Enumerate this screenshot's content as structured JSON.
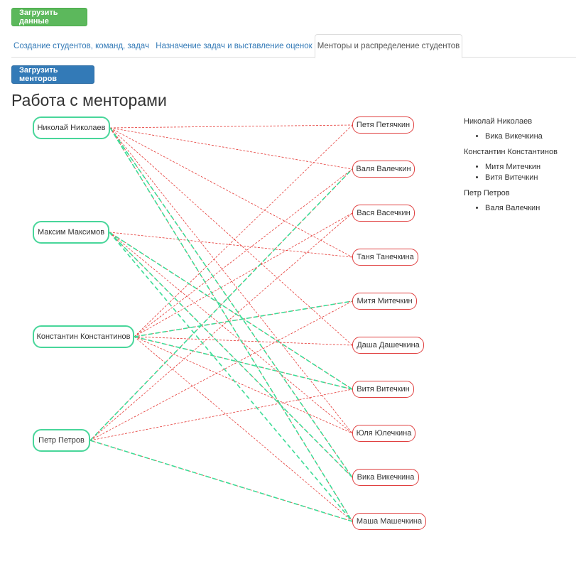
{
  "toolbar": {
    "load_data_label": "Загрузить данные"
  },
  "tabs": [
    {
      "label": "Создание студентов, команд, задач"
    },
    {
      "label": "Назначение задач и выставление оценок"
    },
    {
      "label": "Менторы и распределение студентов"
    }
  ],
  "active_tab_index": 2,
  "mentors_panel": {
    "load_mentors_label": "Загрузить менторов",
    "title": "Работа с менторами"
  },
  "mentors": [
    {
      "name": "Николай Николаев"
    },
    {
      "name": "Максим Максимов"
    },
    {
      "name": "Константин Константинов"
    },
    {
      "name": "Петр Петров"
    }
  ],
  "students": [
    {
      "name": "Петя Петячкин"
    },
    {
      "name": "Валя Валечкин"
    },
    {
      "name": "Вася Васечкин"
    },
    {
      "name": "Таня Танечкина"
    },
    {
      "name": "Митя Митечкин"
    },
    {
      "name": "Даша Дашечкина"
    },
    {
      "name": "Витя Витечкин"
    },
    {
      "name": "Юля Юлечкина"
    },
    {
      "name": "Вика Викечкина"
    },
    {
      "name": "Маша Машечкина"
    }
  ],
  "links": {
    "colors": {
      "preference": "#e53935",
      "assigned": "#3ddc97",
      "mentor_border": "#48d69a",
      "student_border": "#e04040"
    },
    "red": [
      [
        0,
        0
      ],
      [
        0,
        1
      ],
      [
        0,
        3
      ],
      [
        0,
        5
      ],
      [
        0,
        7
      ],
      [
        0,
        8
      ],
      [
        1,
        3
      ],
      [
        1,
        6
      ],
      [
        1,
        8
      ],
      [
        2,
        0
      ],
      [
        2,
        1
      ],
      [
        2,
        2
      ],
      [
        2,
        4
      ],
      [
        2,
        5
      ],
      [
        2,
        6
      ],
      [
        2,
        7
      ],
      [
        2,
        9
      ],
      [
        3,
        1
      ],
      [
        3,
        2
      ],
      [
        3,
        4
      ],
      [
        3,
        6
      ],
      [
        3,
        9
      ],
      [
        0,
        9
      ],
      [
        1,
        7
      ]
    ],
    "green": [
      [
        0,
        8
      ],
      [
        0,
        9
      ],
      [
        1,
        6
      ],
      [
        1,
        8
      ],
      [
        1,
        9
      ],
      [
        2,
        4
      ],
      [
        2,
        6
      ],
      [
        3,
        1
      ],
      [
        3,
        9
      ]
    ]
  },
  "assignments": [
    {
      "mentor": "Николай Николаев",
      "students": [
        "Вика Викечкина"
      ]
    },
    {
      "mentor": "Константин Константинов",
      "students": [
        "Митя Митечкин",
        "Витя Витечкин"
      ]
    },
    {
      "mentor": "Петр Петров",
      "students": [
        "Валя Валечкин"
      ]
    }
  ]
}
